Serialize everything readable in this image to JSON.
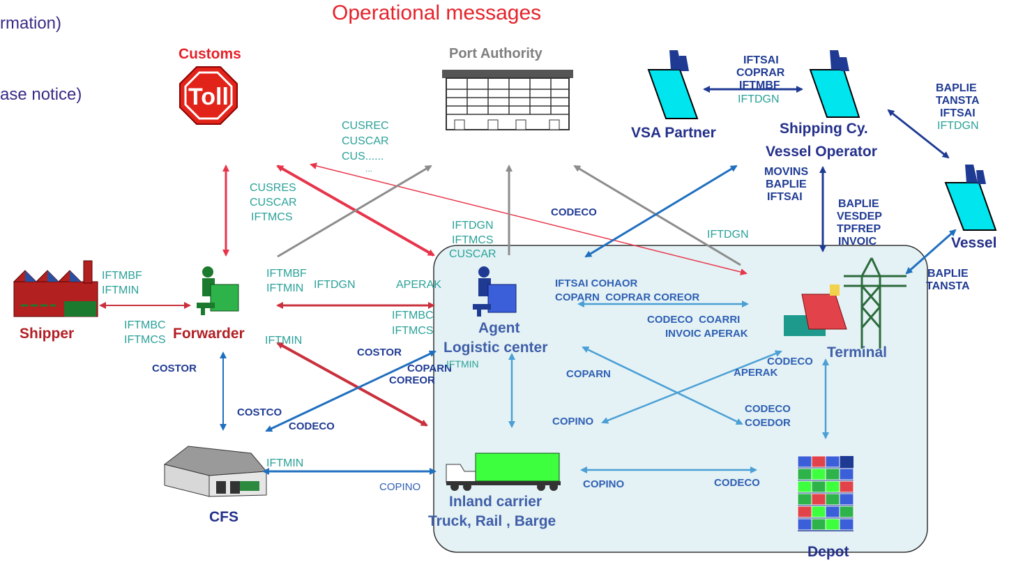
{
  "slide": {
    "title": "Operational messages",
    "left_cutoff": [
      "rmation)",
      "ase notice)"
    ]
  },
  "colors": {
    "red_arrow": "#e8344a",
    "gray_arrow": "#8c8c8c",
    "blue_arrow": "#1f6fbf",
    "light_blue_arrow": "#4b9fd5",
    "navy_arrow": "#1f3a93",
    "label_teal": "#2aa198",
    "label_navy": "#1f3a93",
    "panel_fill": "#e4f2f5"
  },
  "nodes": {
    "customs": "Customs",
    "port_authority": "Port Authority",
    "vsa_partner": "VSA Partner",
    "shipping_cy": [
      "Shipping Cy.",
      "Vessel Operator"
    ],
    "vessel": "Vessel",
    "shipper": "Shipper",
    "forwarder": "Forwarder",
    "agent": [
      "Agent",
      "Logistic center"
    ],
    "terminal": "Terminal",
    "cfs": "CFS",
    "inland_carrier": [
      "Inland carrier",
      "Truck, Rail , Barge"
    ],
    "depot": "Depot",
    "toll_sign": "Toll"
  },
  "messages": {
    "vsa_shipping": [
      "IFTSAI",
      "COPRAR",
      "IFTMBF",
      "IFTDGN"
    ],
    "shipping_vessel": [
      "BAPLIE",
      "TANSTA",
      "IFTSAI",
      "IFTDGN"
    ],
    "shipping_terminal": [
      "MOVINS",
      "BAPLIE",
      "IFTSAI"
    ],
    "terminal_up": [
      "BAPLIE",
      "VESDEP",
      "TPFREP",
      "INVOIC"
    ],
    "vessel_terminal": [
      "BAPLIE",
      "TANSTA"
    ],
    "customs_port": [
      "CUSREC",
      "CUSCAR",
      "CUS......",
      "..."
    ],
    "customs_forwarder": [
      "CUSRES",
      "CUSCAR",
      "IFTMCS"
    ],
    "codeco_top": "CODECO",
    "port_agent": [
      "IFTDGN",
      "IFTMCS",
      "CUSCAR"
    ],
    "iftdgn_right": "IFTDGN",
    "shipper_fwd_top": [
      "IFTMBF",
      "IFTMIN"
    ],
    "shipper_fwd_bottom": [
      "IFTMBC",
      "IFTMCS"
    ],
    "fwd_agent_left": [
      "IFTMBF",
      "IFTMIN"
    ],
    "fwd_agent_iftdgn": "IFTDGN",
    "aperak_mid": "APERAK",
    "agent_in": [
      "IFTMBC",
      "IFTMCS"
    ],
    "fwd_iftmin": "IFTMIN",
    "agent_terminal_top": [
      "IFTSAI COHAOR",
      "COPARN  COPRAR COREOR"
    ],
    "agent_terminal_bottom": [
      "CODECO  COARRI",
      "INVOIC APERAK"
    ],
    "costor_left": "COSTOR",
    "costor_mid": "COSTOR",
    "coparn_coreor": [
      "COPARN",
      "COREOR"
    ],
    "agent_iftmin": "IFTMIN",
    "coparn_x": "COPARN",
    "codeco_aperak": [
      "CODECO",
      "APERAK"
    ],
    "costco": "COSTCO",
    "codeco_cfs": "CODECO",
    "copino_x": "COPINO",
    "codeco_coedor": [
      "CODECO",
      "COEDOR"
    ],
    "cfs_iftmin": "IFTMIN",
    "cfs_copino": "COPINO",
    "inland_copino": "COPINO",
    "inland_codeco": "CODECO"
  }
}
